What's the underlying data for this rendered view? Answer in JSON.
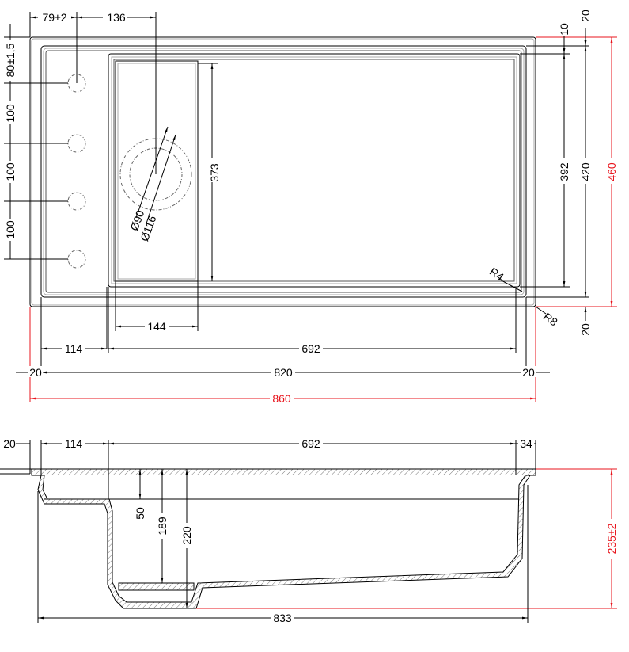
{
  "title": "Sink technical drawing",
  "top_view": {
    "dims": {
      "tap_offset_x": "79±2",
      "drain_offset_x": "136",
      "tap_offset_y": "80±1,5",
      "tap_spacing_1": "100",
      "tap_spacing_2": "100",
      "tap_spacing_3": "100",
      "rim_top": "20",
      "inner_top": "10",
      "basin_depth": "392",
      "inner_depth": "420",
      "overall_depth": "460",
      "rim_bottom": "20",
      "drainer_length": "373",
      "drain_small": "Ø90",
      "drain_large": "Ø116",
      "corner_inner": "R4",
      "corner_outer": "R8",
      "drainer_width": "144",
      "left_section": "114",
      "basin_width": "692",
      "rim_left": "20",
      "inner_width": "820",
      "rim_right": "20",
      "overall_width": "860"
    }
  },
  "side_view": {
    "dims": {
      "rim_left": "20",
      "left_section": "114",
      "basin_width": "692",
      "rim_right": "34",
      "drainer_depth": "50",
      "drain_depth": "189",
      "basin_depth": "220",
      "overall_height": "235±2",
      "bottom_width": "833"
    }
  },
  "colors": {
    "line": "#000000",
    "overall_dims": "#e8141c"
  }
}
